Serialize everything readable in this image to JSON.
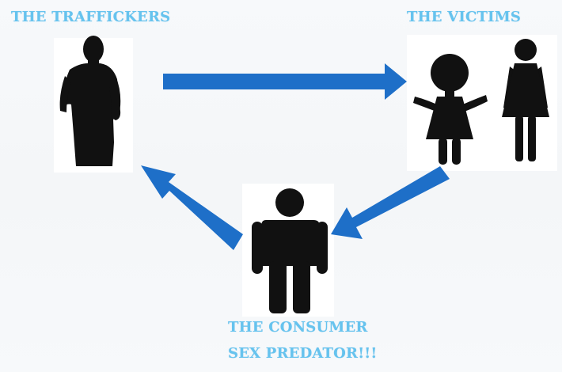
{
  "labels": {
    "traffickers": "THE TRAFFICKERS",
    "victims": "THE VICTIMS",
    "consumer": "THE CONSUMER",
    "predator": "SEX PREDATOR!!!"
  },
  "colors": {
    "label_text": "#66c3ee",
    "arrow": "#1e6fc8",
    "silhouette": "#111111"
  },
  "icons": {
    "trafficker": "man-silhouette-icon",
    "child": "girl-child-icon",
    "woman": "woman-silhouette-icon",
    "consumer": "man-pictogram-icon",
    "arrow_1": "right-arrow-icon",
    "arrow_2": "down-left-arrow-icon",
    "arrow_3": "up-left-arrow-icon"
  }
}
